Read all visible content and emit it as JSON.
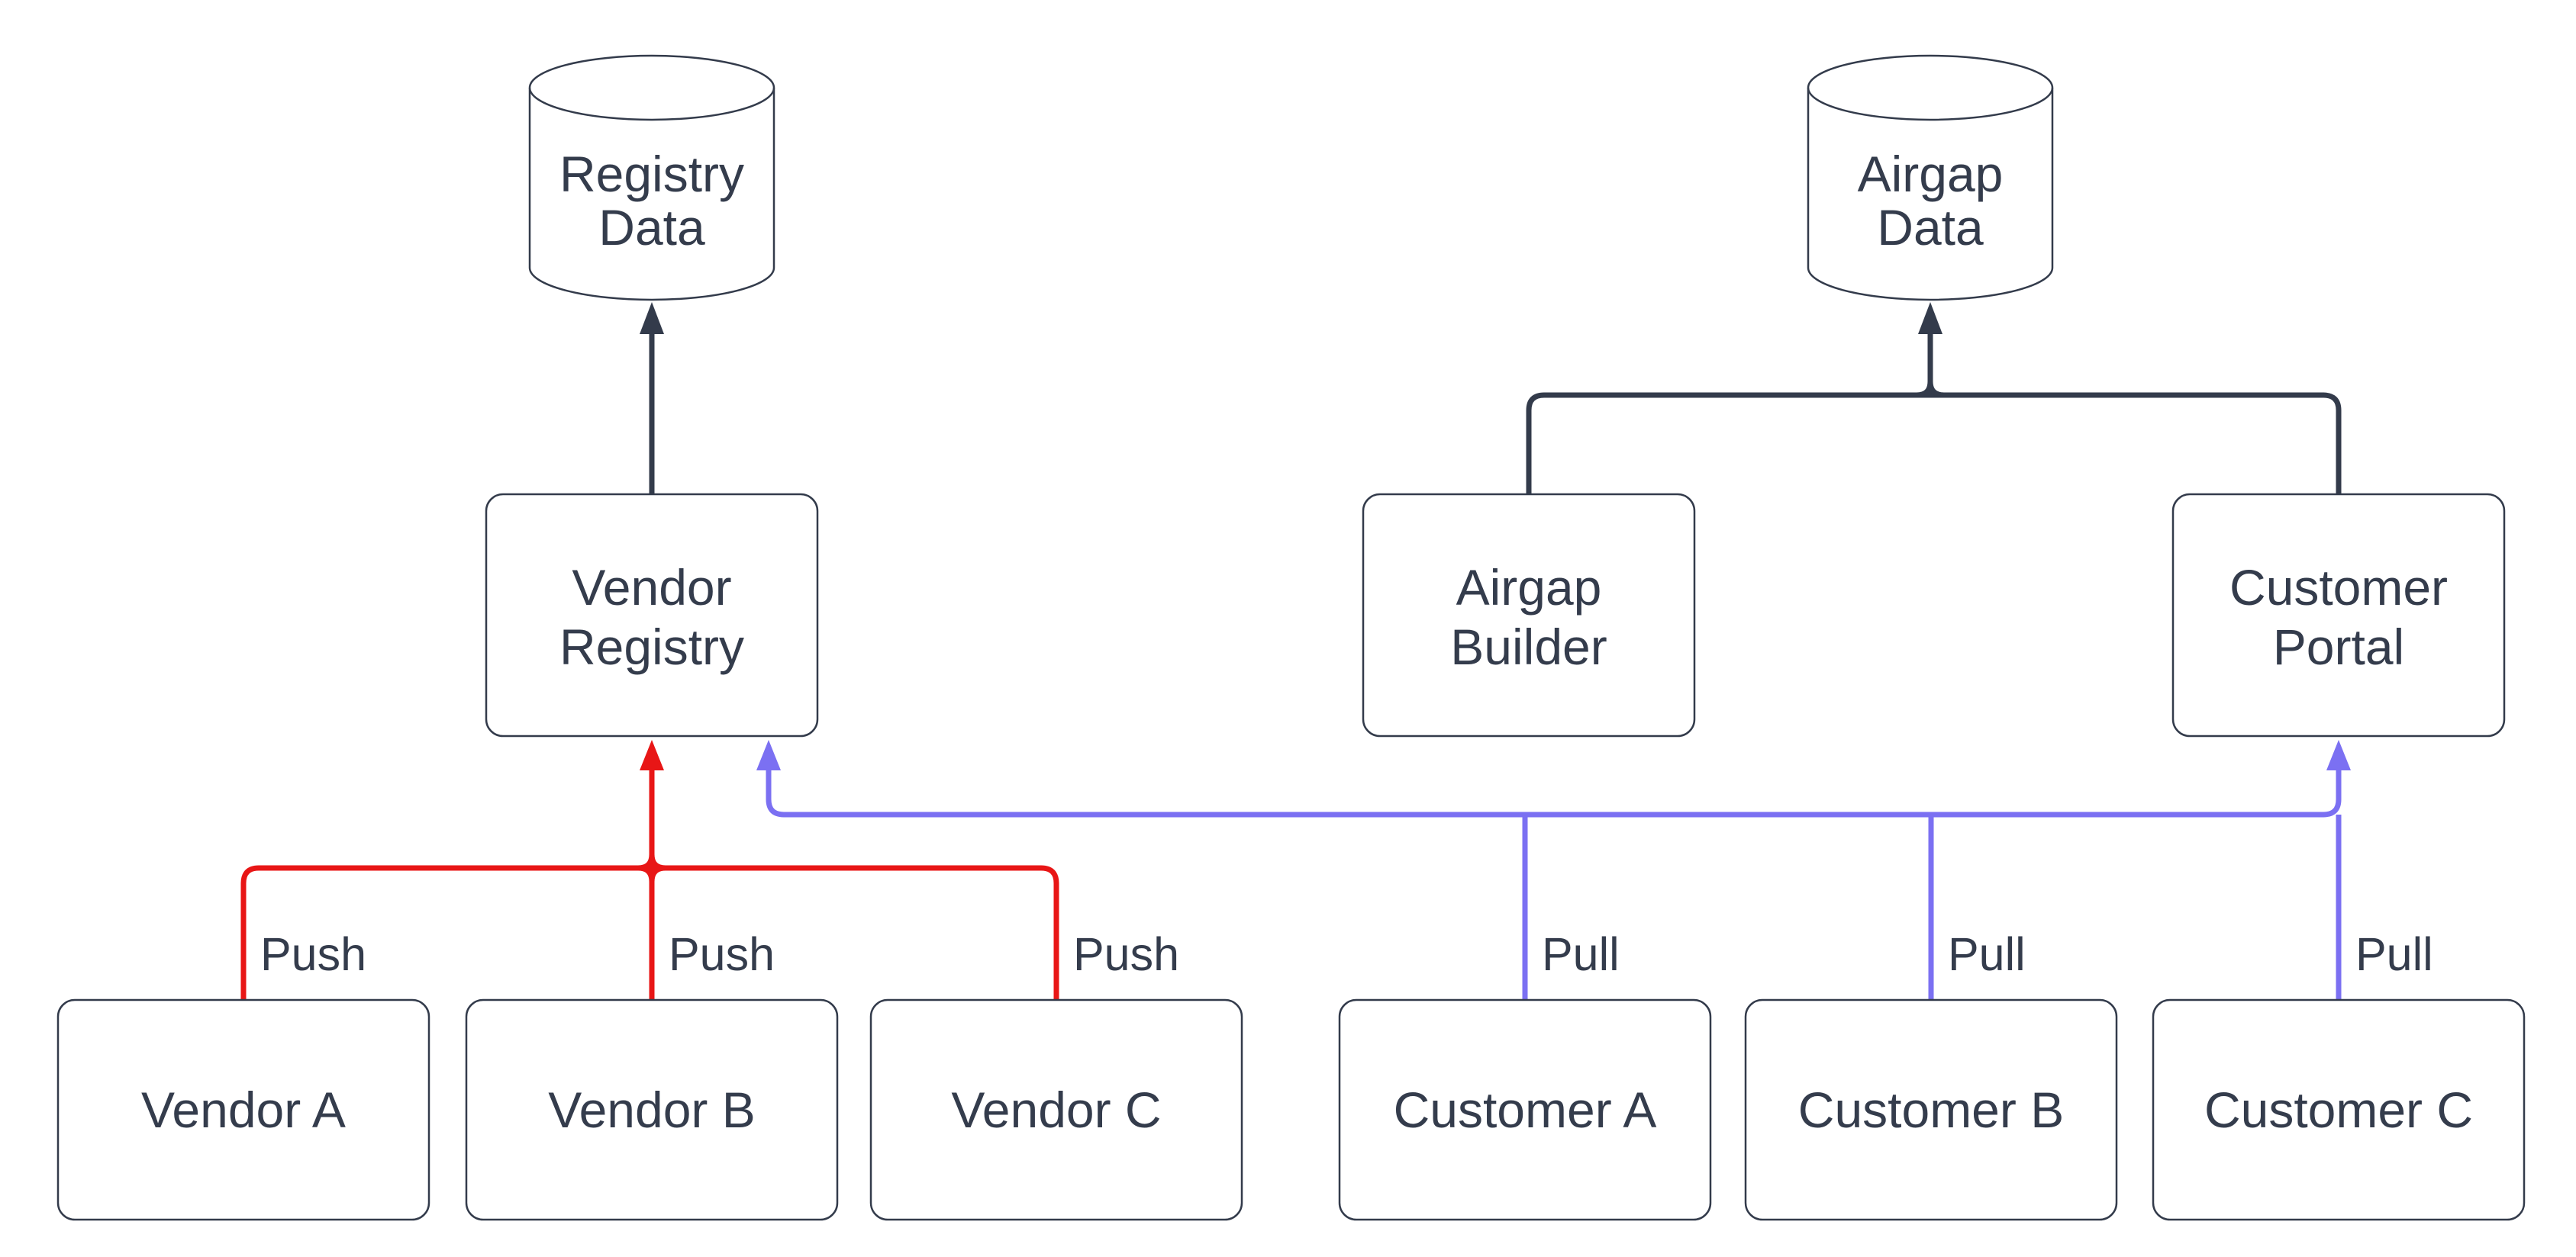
{
  "diagram": {
    "type": "flow-diagram",
    "colors": {
      "background": "#ffffff",
      "node_border": "#333b4b",
      "text": "#343c4c",
      "dark_edge": "#333b4b",
      "push_edge": "#e81616",
      "pull_edge": "#7b70f2"
    },
    "nodes": {
      "registry_data": {
        "type": "database",
        "line1": "Registry",
        "line2": "Data"
      },
      "airgap_data": {
        "type": "database",
        "line1": "Airgap",
        "line2": "Data"
      },
      "vendor_registry": {
        "type": "process",
        "line1": "Vendor",
        "line2": "Registry"
      },
      "airgap_builder": {
        "type": "process",
        "line1": "Airgap",
        "line2": "Builder"
      },
      "customer_portal": {
        "type": "process",
        "line1": "Customer",
        "line2": "Portal"
      },
      "vendor_a": {
        "type": "process",
        "label": "Vendor A"
      },
      "vendor_b": {
        "type": "process",
        "label": "Vendor B"
      },
      "vendor_c": {
        "type": "process",
        "label": "Vendor C"
      },
      "customer_a": {
        "type": "process",
        "label": "Customer A"
      },
      "customer_b": {
        "type": "process",
        "label": "Customer B"
      },
      "customer_c": {
        "type": "process",
        "label": "Customer C"
      }
    },
    "edges": [
      {
        "from": "vendor_a",
        "to": "vendor_registry",
        "label": "Push",
        "color": "#e81616"
      },
      {
        "from": "vendor_b",
        "to": "vendor_registry",
        "label": "Push",
        "color": "#e81616"
      },
      {
        "from": "vendor_c",
        "to": "vendor_registry",
        "label": "Push",
        "color": "#e81616"
      },
      {
        "from": "customer_a",
        "to": "vendor_registry",
        "label": "Pull",
        "color": "#7b70f2"
      },
      {
        "from": "customer_b",
        "to": "vendor_registry",
        "label": "Pull",
        "color": "#7b70f2"
      },
      {
        "from": "customer_c",
        "to": "customer_portal",
        "label": "Pull",
        "color": "#7b70f2"
      },
      {
        "from": "vendor_registry",
        "to": "registry_data",
        "label": "",
        "color": "#333b4b"
      },
      {
        "from": "airgap_builder",
        "to": "airgap_data",
        "label": "",
        "color": "#333b4b"
      },
      {
        "from": "customer_portal",
        "to": "airgap_data",
        "label": "",
        "color": "#333b4b"
      }
    ]
  }
}
